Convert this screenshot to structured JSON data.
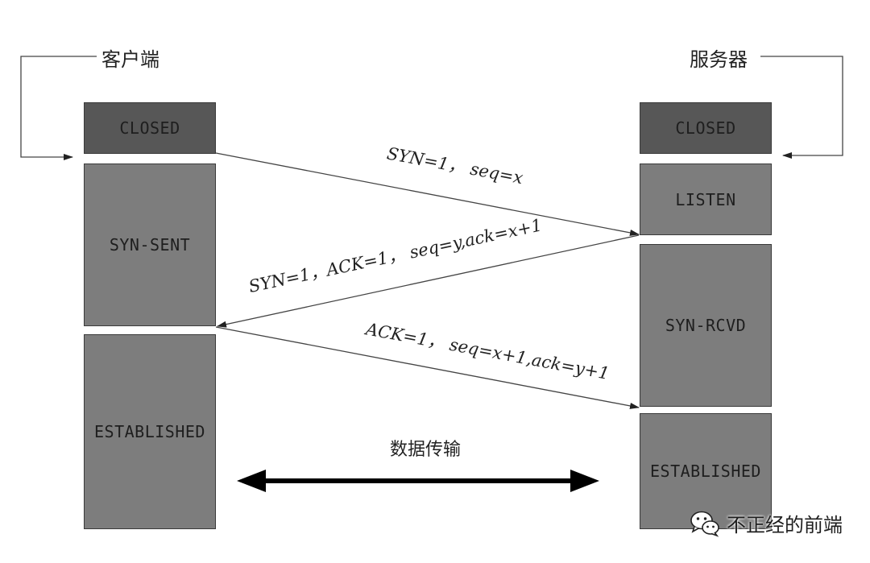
{
  "client": {
    "label": "客户端",
    "states": [
      "CLOSED",
      "SYN-SENT",
      "ESTABLISHED"
    ]
  },
  "server": {
    "label": "服务器",
    "states": [
      "CLOSED",
      "LISTEN",
      "SYN-RCVD",
      "ESTABLISHED"
    ]
  },
  "messages": [
    {
      "text": "SYN=1， seq=x",
      "from": "client",
      "to": "server"
    },
    {
      "text": "SYN=1，ACK=1， seq=y,ack=x+1",
      "from": "server",
      "to": "client"
    },
    {
      "text": "ACK=1， seq=x+1,ack=y+1",
      "from": "client",
      "to": "server"
    }
  ],
  "data_transfer": {
    "label": "数据传输"
  },
  "watermark": {
    "text": "不正经的前端",
    "icon": "wechat-icon"
  },
  "colors": {
    "dark_box": "#575757",
    "box": "#7d7d7d",
    "line": "#333333",
    "arrow": "#000000"
  }
}
